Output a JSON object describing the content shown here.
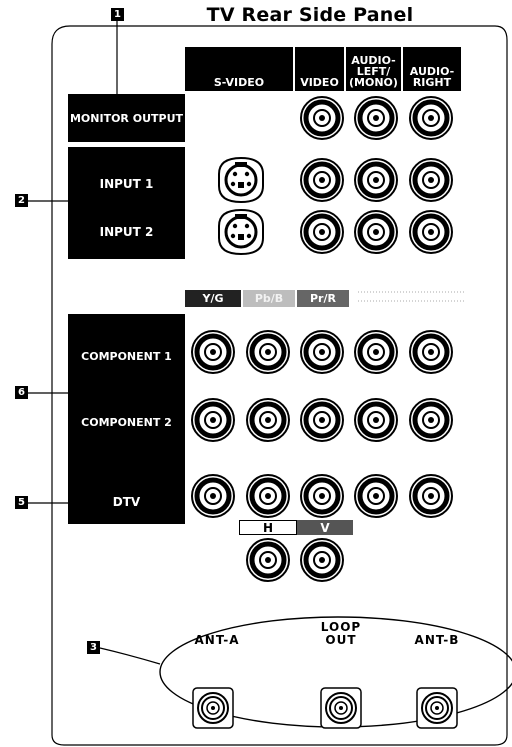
{
  "title": "TV Rear Side Panel",
  "headers": {
    "svideo": "S-VIDEO",
    "video": "VIDEO",
    "audio_left": "AUDIO-\nLEFT/\n(MONO)",
    "audio_right": "AUDIO-\nRIGHT"
  },
  "rows": {
    "monitor_output": "MONITOR OUTPUT",
    "input1": "INPUT 1",
    "input2": "INPUT 2",
    "component1": "COMPONENT 1",
    "component2": "COMPONENT 2",
    "dtv": "DTV"
  },
  "component_tags": {
    "yg": "Y/G",
    "pbb": "Pb/B",
    "prr": "Pr/R"
  },
  "hv_tags": {
    "h": "H",
    "v": "V"
  },
  "antenna": {
    "ant_a": "ANT-A",
    "loop_out": "LOOP\nOUT",
    "ant_b": "ANT-B"
  },
  "callouts": {
    "c1": "1",
    "c2": "2",
    "c3": "3",
    "c5": "5",
    "c6": "6"
  }
}
